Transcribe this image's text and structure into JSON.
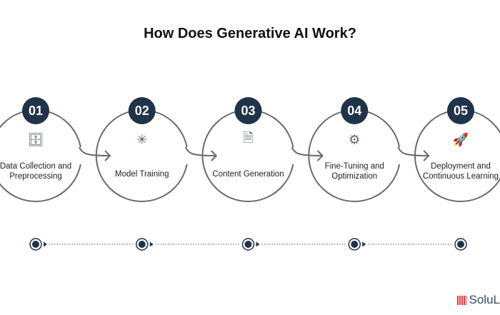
{
  "title": "How Does Generative AI Work?",
  "colors": {
    "badge": "#1f3349",
    "stroke": "#6b6b6b",
    "logo_red": "#e23a3a"
  },
  "steps": [
    {
      "number": "01",
      "label": "Data Collection and Preprocessing",
      "icon": "database-icon"
    },
    {
      "number": "02",
      "label": "Model Training",
      "icon": "neural-network-icon"
    },
    {
      "number": "03",
      "label": "Content Generation",
      "icon": "document-sparkle-icon"
    },
    {
      "number": "04",
      "label": "Fine-Tuning and Optimization",
      "icon": "gear-cycle-icon"
    },
    {
      "number": "05",
      "label": "Deployment and Continuous Learning",
      "icon": "rocket-icon"
    }
  ],
  "logo": "SoluL"
}
